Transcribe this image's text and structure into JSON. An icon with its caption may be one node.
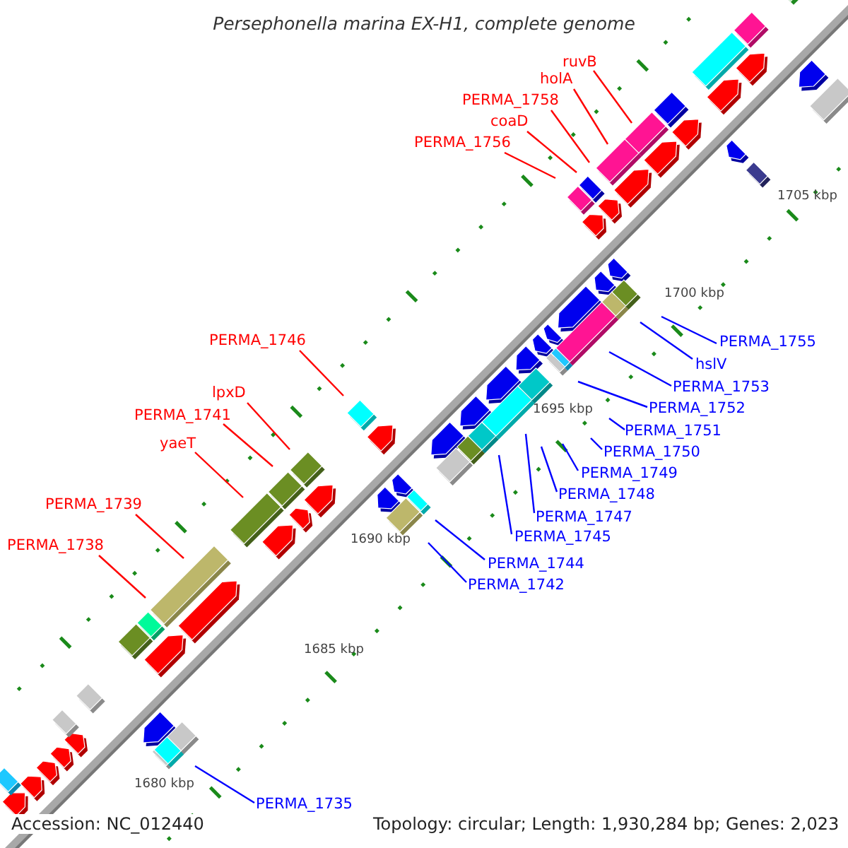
{
  "diagram": {
    "title": "Persephonella marina EX-H1, complete genome",
    "nodes": [
      {
        "text": [
          "ruvB"
        ]
      },
      {
        "text": [
          "holA"
        ]
      },
      {
        "text": [
          "PERMA_1758"
        ]
      },
      {
        "text": [
          "coaD"
        ]
      },
      {
        "text": [
          "PERMA_1756"
        ]
      },
      {
        "text": [
          "PERMA_1755"
        ]
      },
      {
        "text": [
          "hslV"
        ]
      },
      {
        "text": [
          "PERMA_1753"
        ]
      },
      {
        "text": [
          "PERMA_1746"
        ]
      },
      {
        "text": [
          "PERMA_1752"
        ]
      },
      {
        "text": [
          "PERMA_1751"
        ]
      },
      {
        "text": [
          "lpxD"
        ]
      },
      {
        "text": [
          "PERMA_1750"
        ]
      },
      {
        "text": [
          "PERMA_1741"
        ]
      },
      {
        "text": [
          "yaeT"
        ]
      },
      {
        "text": [
          "PERMA_1749"
        ]
      },
      {
        "text": [
          "PERMA_1748"
        ]
      },
      {
        "text": [
          "PERMA_1739"
        ]
      },
      {
        "text": [
          "PERMA_1747"
        ]
      },
      {
        "text": [
          "PERMA_1745"
        ]
      },
      {
        "text": [
          "PERMA_1738"
        ]
      },
      {
        "text": [
          "PERMA_1744"
        ]
      },
      {
        "text": [
          "PERMA_1742"
        ]
      },
      {
        "text": [
          "PERMA_1735"
        ]
      }
    ],
    "edges": [
      {
        "from": 0,
        "to": null,
        "arrow": "none",
        "color": "#ff0000"
      },
      {
        "from": 1,
        "to": null,
        "arrow": "none",
        "color": "#ff0000"
      },
      {
        "from": 2,
        "to": null,
        "arrow": "none",
        "color": "#ff0000"
      },
      {
        "from": 3,
        "to": null,
        "arrow": "none",
        "color": "#ff0000"
      },
      {
        "from": 4,
        "to": null,
        "arrow": "none",
        "color": "#ff0000"
      },
      {
        "from": 5,
        "to": null,
        "arrow": "none"
      },
      {
        "from": 6,
        "to": null,
        "arrow": "none"
      },
      {
        "from": 7,
        "to": null,
        "arrow": "none"
      },
      {
        "from": 8,
        "to": null,
        "arrow": "none",
        "color": "#ff0000"
      },
      {
        "from": 9,
        "to": null,
        "arrow": "none"
      },
      {
        "from": 10,
        "to": null,
        "arrow": "none"
      },
      {
        "from": 11,
        "to": null,
        "arrow": "none",
        "color": "#ff0000"
      },
      {
        "from": 12,
        "to": null,
        "arrow": "none"
      },
      {
        "from": 13,
        "to": null,
        "arrow": "none",
        "color": "#ff0000"
      },
      {
        "from": 14,
        "to": null,
        "arrow": "none",
        "color": "#ff0000"
      },
      {
        "from": 15,
        "to": null,
        "arrow": "none"
      },
      {
        "from": 16,
        "to": null,
        "arrow": "none"
      },
      {
        "from": 17,
        "to": null,
        "arrow": "none",
        "color": "#ff0000"
      },
      {
        "from": 18,
        "to": null,
        "arrow": "none"
      },
      {
        "from": 19,
        "to": null,
        "arrow": "none"
      },
      {
        "from": 20,
        "to": null,
        "arrow": "none",
        "color": "#ff0000"
      },
      {
        "from": 21,
        "to": null,
        "arrow": "none"
      },
      {
        "from": 22,
        "to": null,
        "arrow": "none"
      },
      {
        "from": 23,
        "to": null,
        "arrow": "none"
      }
    ],
    "labels": [
      "1705 kbp",
      "1700 kbp",
      "1695 kbp",
      "1690 kbp",
      "1685 kbp",
      "1680 kbp",
      "Accession: NC_012440",
      "Topology: circular; Length: 1,930,284 bp; Genes: 2,023"
    ]
  }
}
